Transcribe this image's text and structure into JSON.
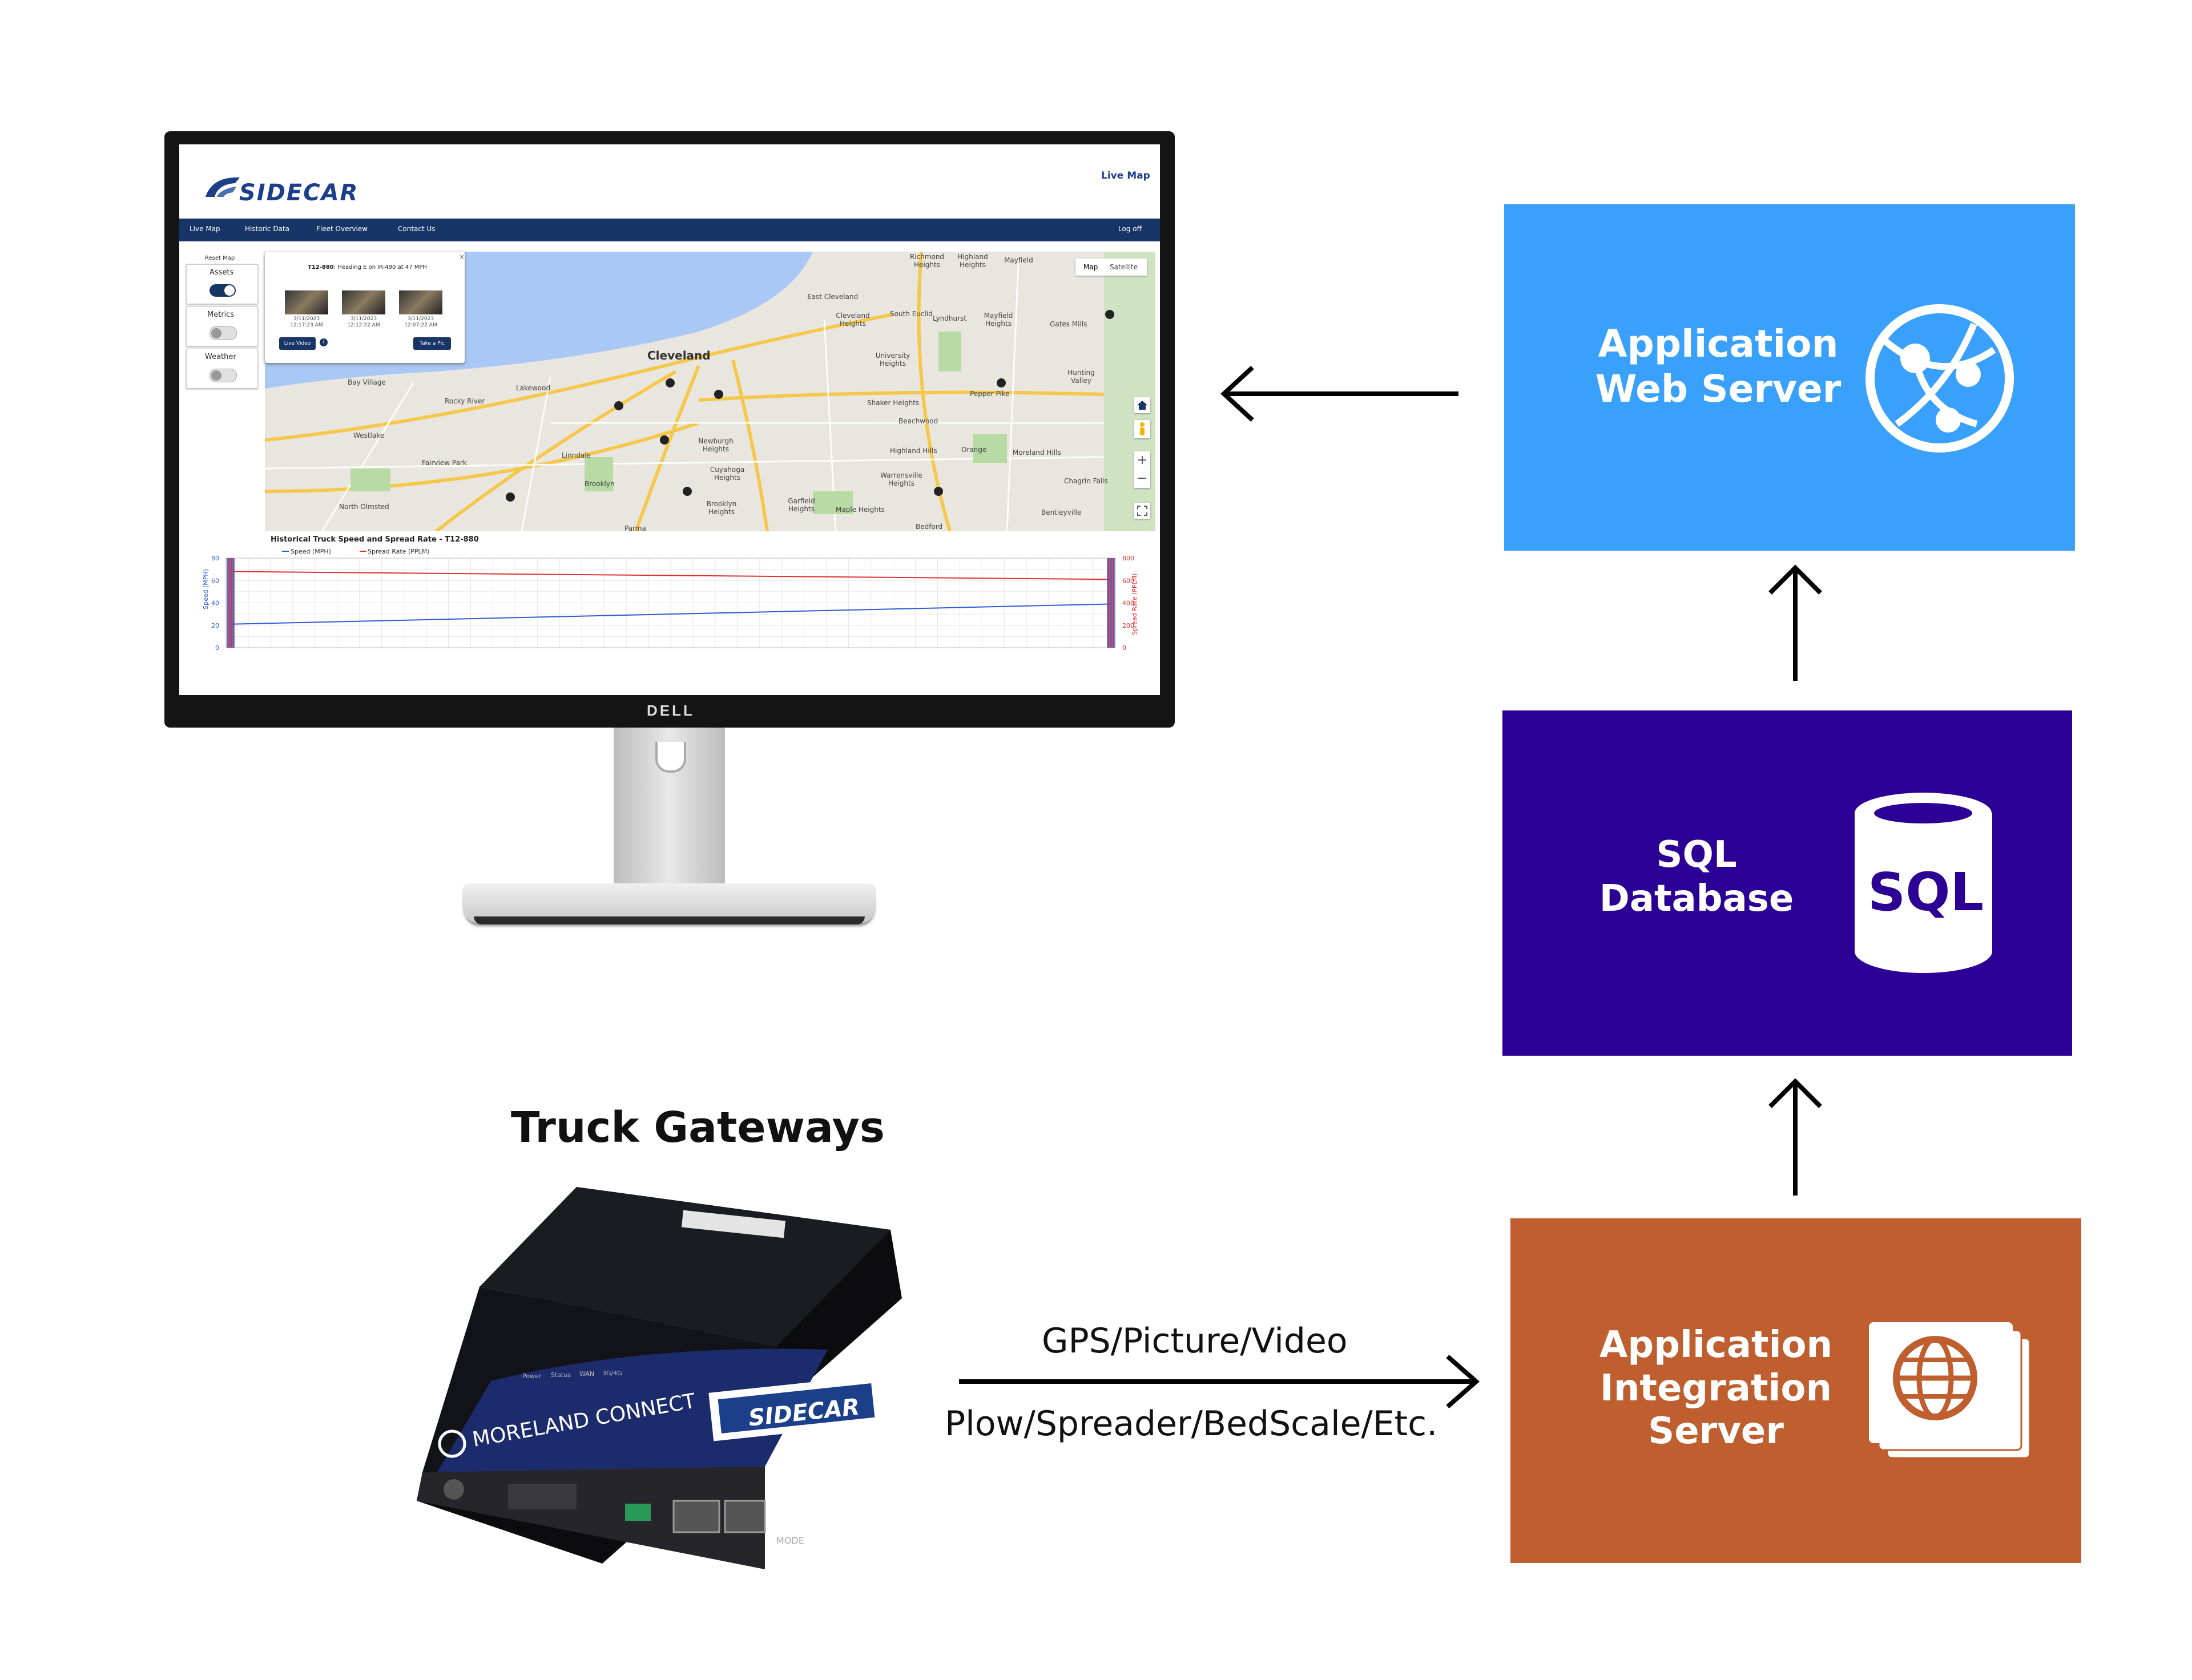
{
  "diagram": {
    "boxes": {
      "web_server": {
        "line1": "Application",
        "line2": "Web Server",
        "color": "#39a0fc"
      },
      "sql_database": {
        "line1": "SQL",
        "line2": "Database",
        "icon_text": "SQL",
        "color": "#2c0095"
      },
      "integration_server": {
        "line1": "Application",
        "line2": "Integration",
        "line3": "Server",
        "color": "#bf5e2e"
      }
    },
    "gateway_title": "Truck Gateways",
    "flow_label_top": "GPS/Picture/Video",
    "flow_label_bottom": "Plow/Spreader/BedScale/Etc.",
    "icons": {
      "web_server": "globe-network-icon",
      "sql_database": "database-cylinder-icon",
      "integration_server": "web-globe-stack-icon"
    }
  },
  "monitor": {
    "brand": "DELL",
    "app": {
      "logo": "SIDECAR",
      "top_link": "Live Map",
      "nav": [
        "Live Map",
        "Historic Data",
        "Fleet Overview",
        "Contact Us",
        "Log off"
      ],
      "side_panel": {
        "reset": "Reset Map",
        "toggles": [
          {
            "label": "Assets",
            "on": true
          },
          {
            "label": "Metrics",
            "on": false
          },
          {
            "label": "Weather",
            "on": false
          }
        ]
      },
      "popup": {
        "title": "T12-880",
        "subtitle": ": Heading E on IR-490 at 47 MPH",
        "thumbs": [
          {
            "date": "3/11/2023",
            "time": "12:17:23 AM"
          },
          {
            "date": "3/11/2023",
            "time": "12:12:22 AM"
          },
          {
            "date": "3/11/2023",
            "time": "12:07:22 AM"
          }
        ],
        "live_video": "Live Video",
        "take_pic": "Take a Pic"
      },
      "map_type": [
        "Map",
        "Satellite"
      ],
      "map_labels": [
        "Cleveland",
        "Lakewood",
        "Rocky River",
        "Bay Village",
        "Westlake",
        "Fairview Park",
        "North Olmsted",
        "Brooklyn",
        "Parma",
        "Garfield Heights",
        "Maple Heights",
        "Warrensville Heights",
        "Beachwood",
        "Pepper Pike",
        "Shaker Heights",
        "University Heights",
        "Mayfield Heights",
        "South Euclid",
        "East Cleveland",
        "Richmond Heights",
        "Highland Heights",
        "Orange",
        "Moreland Hills",
        "Chagrin Falls",
        "Bedford",
        "Bentleyville",
        "Hunting Valley",
        "Gates Mills",
        "Lyndhurst",
        "Newburgh Heights",
        "Cuyahoga Heights",
        "Brooklyn Heights",
        "Linndale",
        "Highland Hills",
        "Mayfield",
        "Cleveland Heights"
      ],
      "chart": {
        "title": "Historical Truck Speed and Spread Rate - T12-880",
        "legend_speed": "Speed (MPH)",
        "legend_spread": "Spread Rate (PPLM)",
        "left_axis_label": "Speed (MPH)",
        "right_axis_label": "Spread Rate (PPLM)",
        "left_ticks": [
          "80",
          "60",
          "40",
          "20",
          "0"
        ],
        "right_ticks": [
          "800",
          "600",
          "400",
          "200",
          "0"
        ]
      }
    }
  },
  "gateway_device": {
    "brand": "MORELAND CONNECT",
    "badge": "SIDECAR",
    "leds": [
      "Power",
      "Status",
      "WAN",
      "3G/4G"
    ],
    "mode": "MODE"
  },
  "chart_data": {
    "type": "line",
    "title": "Historical Truck Speed and Spread Rate - T12-880",
    "ylabel": "Speed (MPH)",
    "y2label": "Spread Rate (PPLM)",
    "ylim": [
      0,
      80
    ],
    "y2lim": [
      0,
      800
    ],
    "series": [
      {
        "name": "Speed (MPH)",
        "color": "#2f5cd0",
        "x": [
          0,
          1
        ],
        "values": [
          21,
          39
        ]
      },
      {
        "name": "Spread Rate (PPLM)",
        "color": "#e03030",
        "x": [
          0,
          1
        ],
        "values": [
          680,
          610
        ]
      }
    ]
  }
}
